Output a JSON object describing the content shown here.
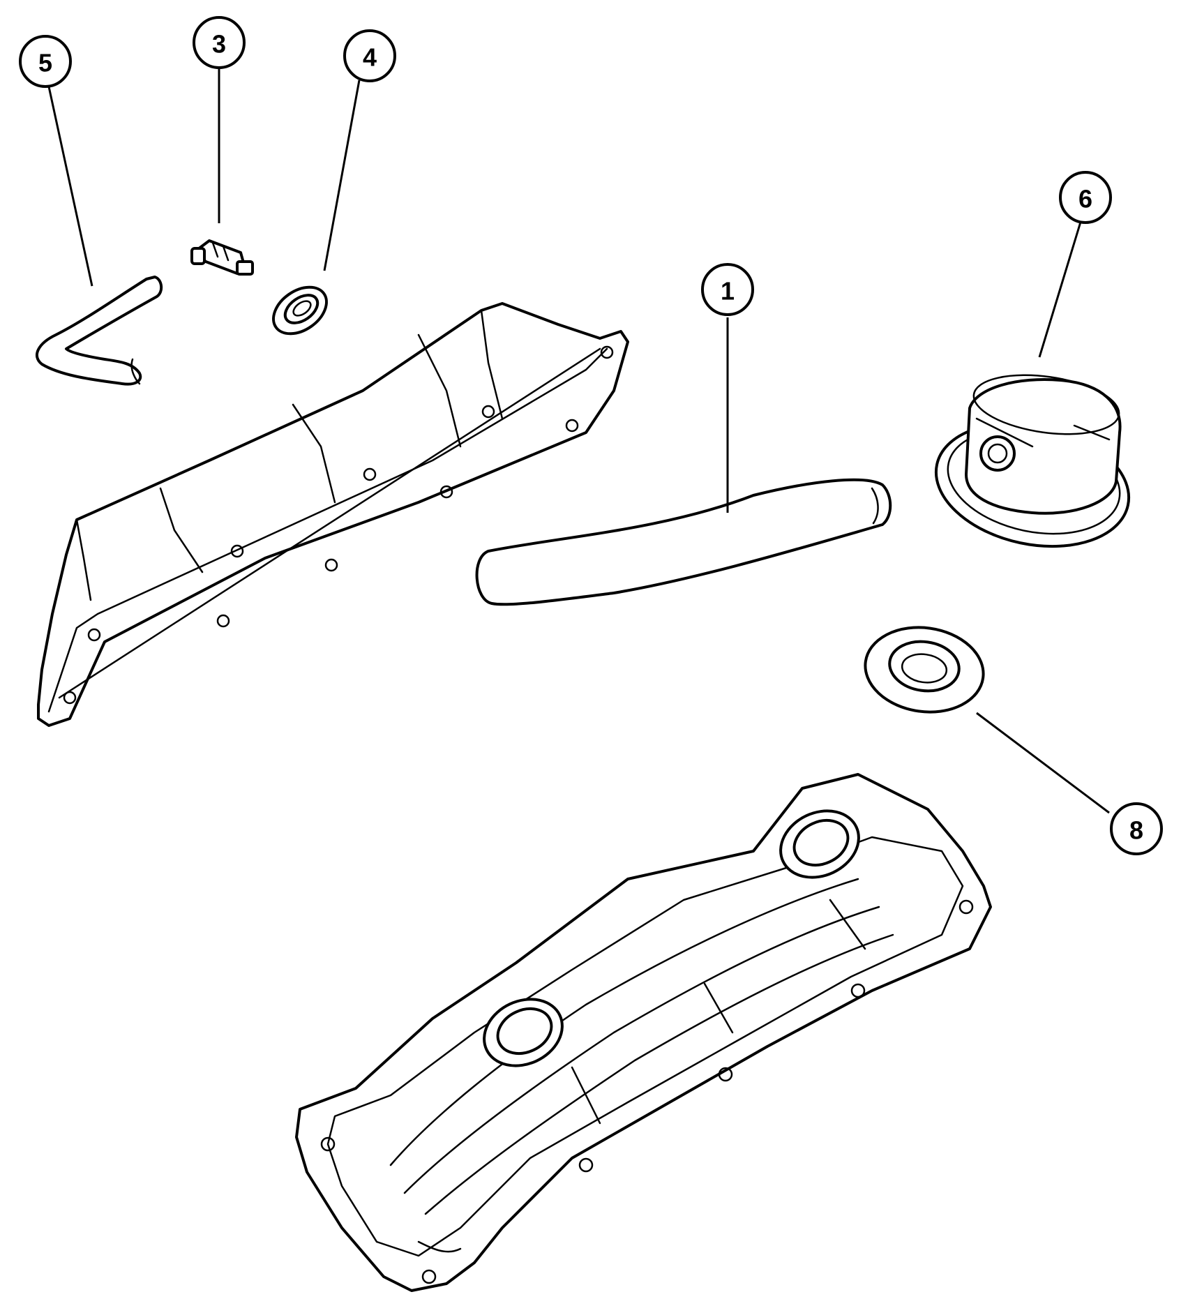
{
  "diagram": {
    "callouts": [
      {
        "id": "5",
        "label": "5"
      },
      {
        "id": "3",
        "label": "3"
      },
      {
        "id": "4",
        "label": "4"
      },
      {
        "id": "6",
        "label": "6"
      },
      {
        "id": "1",
        "label": "1"
      },
      {
        "id": "8",
        "label": "8"
      }
    ]
  }
}
